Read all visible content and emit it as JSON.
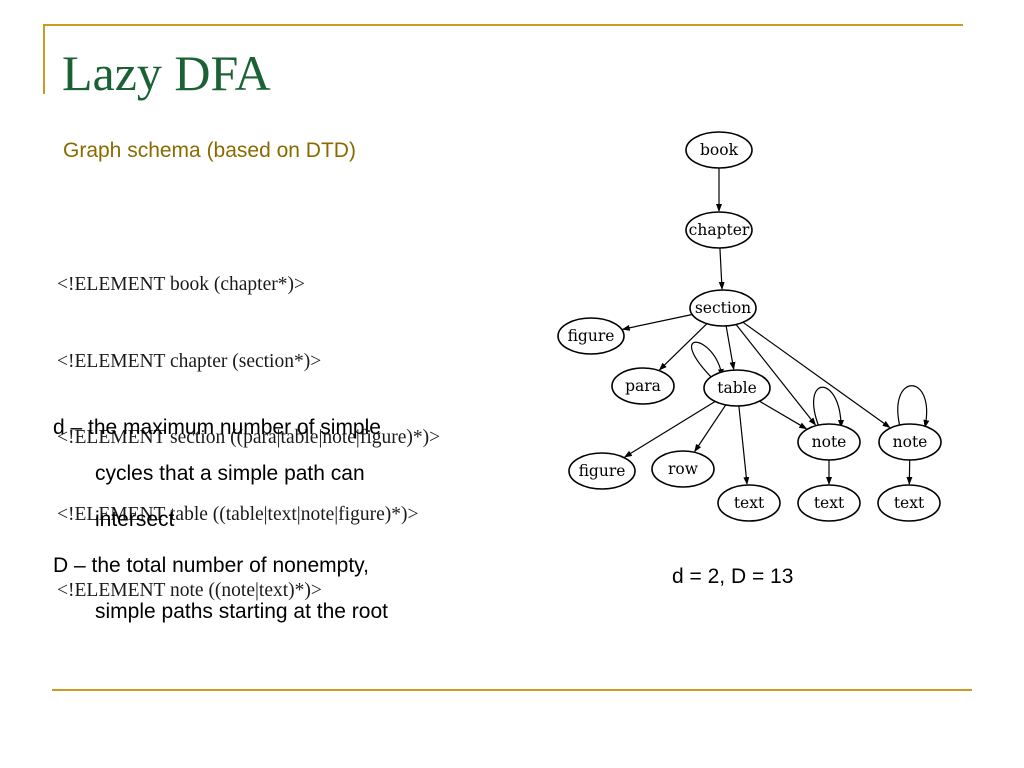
{
  "slide": {
    "title": "Lazy DFA",
    "subtitle": "Graph schema (based on DTD)",
    "dtd_lines": [
      "<!ELEMENT book (chapter*)>",
      "<!ELEMENT chapter (section*)>",
      "<!ELEMENT section ((para|table|note|figure)*)>",
      "<!ELEMENT table ((table|text|note|figure)*)>",
      "<!ELEMENT note ((note|text)*)>"
    ],
    "definitions": [
      {
        "lines": [
          "d – the maximum number of simple",
          "cycles that a simple path can",
          "intersect"
        ]
      },
      {
        "lines": [
          "D – the total number of nonempty,",
          "simple paths starting at the root"
        ]
      }
    ],
    "values_text": "d = 2, D = 13"
  },
  "graph": {
    "nodes": [
      {
        "id": "book",
        "label": "book"
      },
      {
        "id": "chapter",
        "label": "chapter"
      },
      {
        "id": "section",
        "label": "section"
      },
      {
        "id": "figure1",
        "label": "figure"
      },
      {
        "id": "para",
        "label": "para"
      },
      {
        "id": "table",
        "label": "table"
      },
      {
        "id": "note1",
        "label": "note"
      },
      {
        "id": "note2",
        "label": "note"
      },
      {
        "id": "figure2",
        "label": "figure"
      },
      {
        "id": "row",
        "label": "row"
      },
      {
        "id": "text1",
        "label": "text"
      },
      {
        "id": "text2",
        "label": "text"
      },
      {
        "id": "text3",
        "label": "text"
      }
    ],
    "edges": [
      {
        "from": "book",
        "to": "chapter"
      },
      {
        "from": "chapter",
        "to": "section"
      },
      {
        "from": "section",
        "to": "figure1"
      },
      {
        "from": "section",
        "to": "para"
      },
      {
        "from": "section",
        "to": "table"
      },
      {
        "from": "section",
        "to": "note1"
      },
      {
        "from": "section",
        "to": "note2"
      },
      {
        "from": "table",
        "to": "table"
      },
      {
        "from": "table",
        "to": "figure2"
      },
      {
        "from": "table",
        "to": "row"
      },
      {
        "from": "table",
        "to": "text1"
      },
      {
        "from": "table",
        "to": "note1"
      },
      {
        "from": "note1",
        "to": "note1"
      },
      {
        "from": "note1",
        "to": "text2"
      },
      {
        "from": "note2",
        "to": "note2"
      },
      {
        "from": "note2",
        "to": "text3"
      }
    ]
  }
}
